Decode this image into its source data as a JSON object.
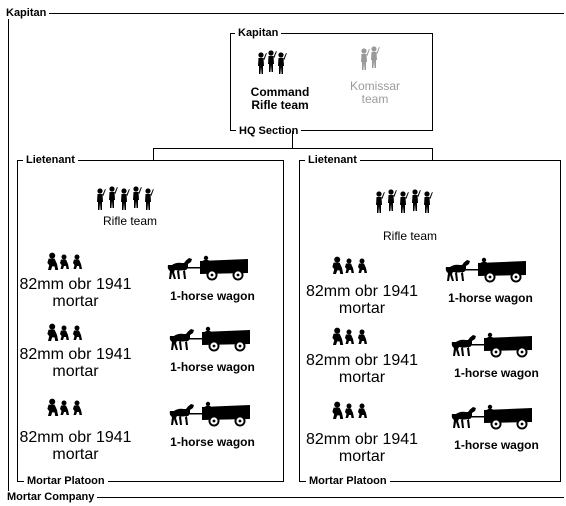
{
  "company": {
    "label": "Mortar Company",
    "commander": "Kapitan"
  },
  "hq": {
    "section_label": "HQ Section",
    "commander": "Kapitan",
    "units": [
      {
        "name": "Command Rifle team",
        "line1": "Command",
        "line2": "Rifle team",
        "icon": "rifle-team-icon",
        "color": "#000000"
      },
      {
        "name": "Komissar team",
        "line1": "Komissar",
        "line2": "team",
        "icon": "komissar-icon",
        "color": "#9a9a9a"
      }
    ]
  },
  "platoons": [
    {
      "label": "Mortar Platoon",
      "commander": "Lietenant",
      "rifle_team": "Rifle team",
      "rows": [
        {
          "mortar_line1": "82mm obr 1941",
          "mortar_line2": "mortar",
          "wagon": "1-horse wagon"
        },
        {
          "mortar_line1": "82mm obr 1941",
          "mortar_line2": "mortar",
          "wagon": "1-horse wagon"
        },
        {
          "mortar_line1": "82mm obr 1941",
          "mortar_line2": "mortar",
          "wagon": "1-horse wagon"
        }
      ]
    },
    {
      "label": "Mortar Platoon",
      "commander": "Lietenant",
      "rifle_team": "Rifle team",
      "rows": [
        {
          "mortar_line1": "82mm obr 1941",
          "mortar_line2": "mortar",
          "wagon": "1-horse wagon"
        },
        {
          "mortar_line1": "82mm obr 1941",
          "mortar_line2": "mortar",
          "wagon": "1-horse wagon"
        },
        {
          "mortar_line1": "82mm obr 1941",
          "mortar_line2": "mortar",
          "wagon": "1-horse wagon"
        }
      ]
    }
  ]
}
